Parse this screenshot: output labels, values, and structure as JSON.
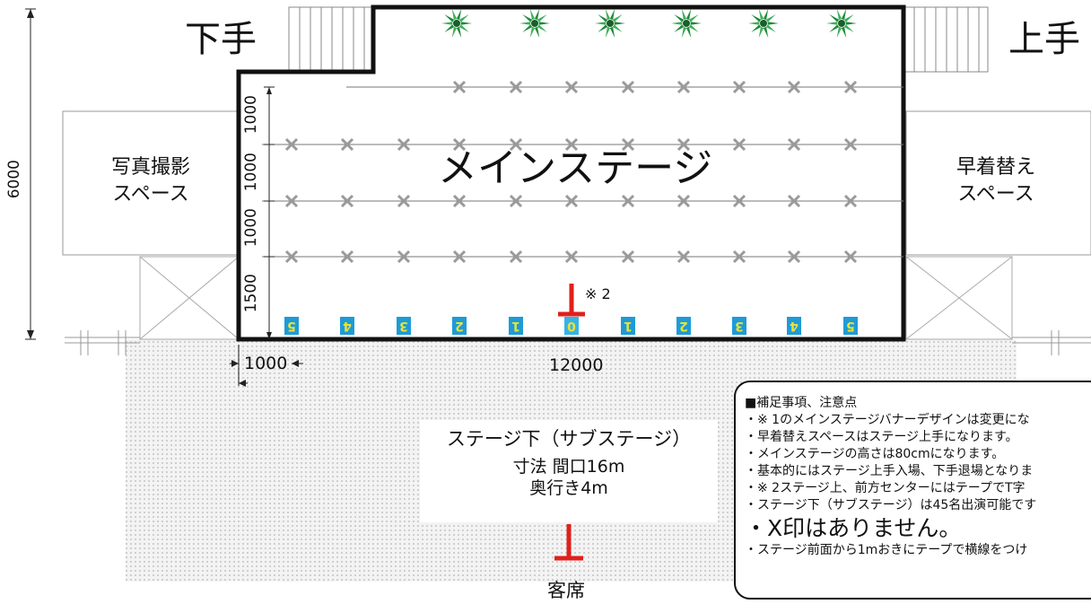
{
  "labels": {
    "shimote": "下手",
    "kamite": "上手",
    "main_stage": "メインステージ",
    "photo_space": [
      "写真撮影",
      "スペース"
    ],
    "changing_space": [
      "早着替え",
      "スペース"
    ],
    "audience": "客席",
    "note_mark_2": "※ 2"
  },
  "dimensions": {
    "height_total": "6000",
    "rows": [
      "1000",
      "1000",
      "1000",
      "1500"
    ],
    "offset": "1000",
    "width": "12000"
  },
  "position_numbers": [
    "5",
    "4",
    "3",
    "2",
    "1",
    "0",
    "1",
    "2",
    "3",
    "4",
    "5"
  ],
  "sub_stage": {
    "title": "ステージ下（サブステージ）",
    "size": "寸法 間口16m",
    "depth": "奥行き4m"
  },
  "notes": {
    "heading": "■補足事項、注意点",
    "lines": [
      "・※ 1のメインステージバナーデザインは変更にな",
      "・早着替えスペースはステージ上手になります。",
      "・メインステージの高さは80cmになります。",
      "・基本的にはステージ上手入場、下手退場となりま",
      "・※ 2ステージ上、前方センターにはテープでT字",
      "・ステージ下（サブステージ）は45名出演可能です"
    ],
    "emphasis": "・X印はありません。",
    "last": "・ステージ前面から1mおきにテープで横線をつけ"
  },
  "colors": {
    "outline": "#111111",
    "x_mark": "#9a9a9a",
    "number_box": "#1e9bd7",
    "number_text": "#e8e23a",
    "t_mark": "#e0201b",
    "plant": "#1f8a3a",
    "floor_dots": "#d6d6d6"
  }
}
